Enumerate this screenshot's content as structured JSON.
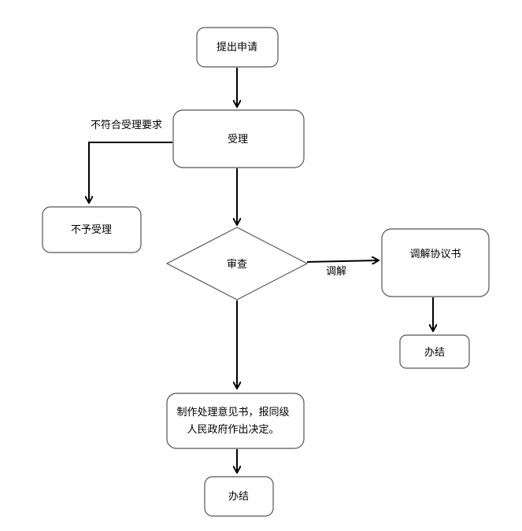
{
  "flow": {
    "apply": "提出申请",
    "accept": "受理",
    "reject_condition": "不符合受理要求",
    "not_accepted": "不予受理",
    "review": "审查",
    "mediate_label": "调解",
    "mediation_agreement": "调解协议书",
    "done_right": "办结",
    "decision_line1": "制作处理意见书，报同级",
    "decision_line2": "人民政府作出决定。",
    "done_bottom": "办结"
  }
}
